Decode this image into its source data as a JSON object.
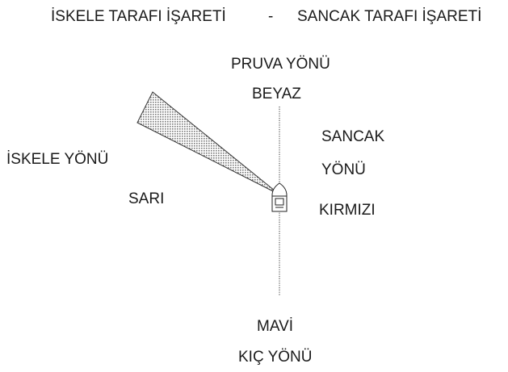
{
  "title": {
    "left": "İSKELE TARAFI İŞARETİ",
    "separator": "-",
    "right": "SANCAK TARAFI İŞARETİ"
  },
  "labels": {
    "bow_direction": "PRUVA YÖNÜ",
    "bow_color": "BEYAZ",
    "starboard_line1": "SANCAK",
    "starboard_line2": "YÖNÜ",
    "starboard_color": "KIRMIZI",
    "port_direction": "İSKELE YÖNÜ",
    "port_color": "SARI",
    "stern_color": "MAVİ",
    "stern_direction": "KIÇ YÖNÜ"
  },
  "colors": {
    "text": "#1a1a1a",
    "line": "#333333",
    "sector_fill": "#c8c8c8"
  }
}
